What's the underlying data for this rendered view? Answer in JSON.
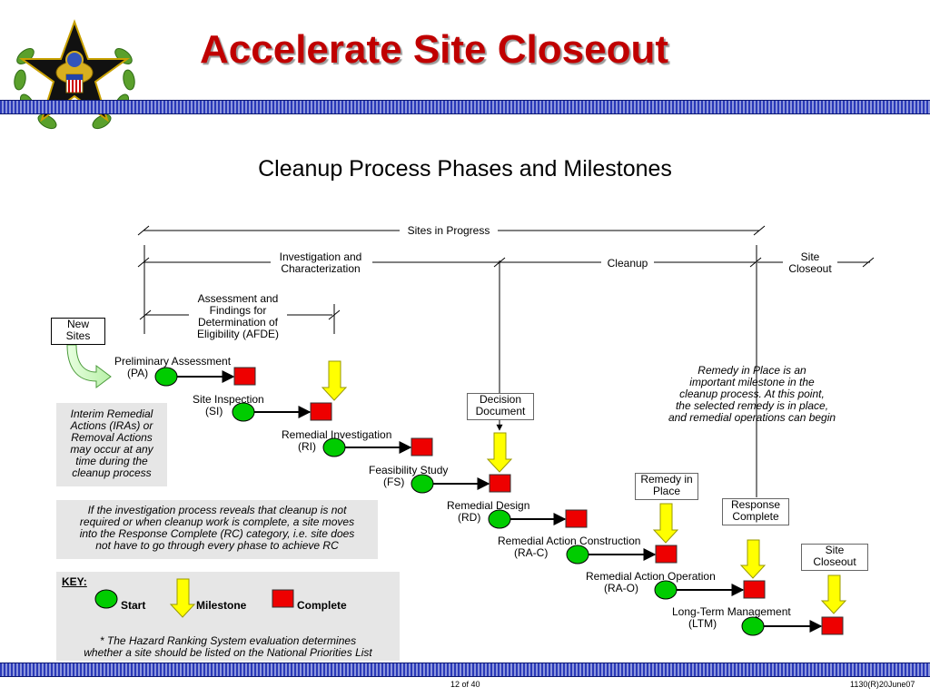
{
  "header": {
    "title": "Accelerate Site Closeout",
    "subtitle": "Cleanup Process Phases and Milestones"
  },
  "brackets": {
    "sites_in_progress": "Sites in Progress",
    "investigation_line1": "Investigation and",
    "investigation_line2": "Characterization",
    "cleanup": "Cleanup",
    "site_closeout_line1": "Site",
    "site_closeout_line2": "Closeout",
    "afde_line1": "Assessment and",
    "afde_line2": "Findings for",
    "afde_line3": "Determination of",
    "afde_line4": "Eligibility (AFDE)"
  },
  "new_sites": {
    "line1": "New",
    "line2": "Sites"
  },
  "phases": [
    {
      "name": "Preliminary Assessment",
      "abbr": "(PA)"
    },
    {
      "name": "Site Inspection",
      "abbr": "(SI)"
    },
    {
      "name": "Remedial Investigation",
      "abbr": "(RI)"
    },
    {
      "name": "Feasibility Study",
      "abbr": "(FS)"
    },
    {
      "name": "Remedial Design",
      "abbr": "(RD)"
    },
    {
      "name": "Remedial Action Construction",
      "abbr": "(RA-C)"
    },
    {
      "name": "Remedial Action Operation",
      "abbr": "(RA-O)"
    },
    {
      "name": "Long-Term Management",
      "abbr": "(LTM)"
    }
  ],
  "milestones": {
    "decision_document": {
      "line1": "Decision",
      "line2": "Document"
    },
    "remedy_in_place": {
      "line1": "Remedy in",
      "line2": "Place"
    },
    "response_complete": {
      "line1": "Response",
      "line2": "Complete"
    },
    "site_closeout": {
      "line1": "Site",
      "line2": "Closeout"
    }
  },
  "notes": {
    "remedy_note": [
      "Remedy in Place is an",
      "important milestone in the",
      "cleanup process.  At this point,",
      "the selected remedy is in place,",
      "and remedial operations can begin"
    ],
    "ira_note": [
      "Interim Remedial",
      "Actions (IRAs) or",
      "Removal Actions",
      "may occur at any",
      "time during the",
      "cleanup process"
    ],
    "rc_note": [
      "If the investigation process reveals that cleanup is not",
      "required or when cleanup work is complete, a site moves",
      "into the Response Complete (RC) category, i.e. site does",
      "not have to go through every phase to achieve RC"
    ],
    "hrs_note": [
      "* The Hazard Ranking System evaluation determines",
      "whether a site should be listed on the National Priorities List"
    ]
  },
  "key": {
    "title": "KEY:",
    "start": "Start",
    "milestone": "Milestone",
    "complete": "Complete"
  },
  "footer": {
    "page": "12 of 40",
    "code": "1130(R)20June07"
  },
  "colors": {
    "title": "#c00000",
    "start": "#00cc00",
    "milestone": "#ffff00",
    "complete": "#ee0000",
    "stripe": "#2a39b8",
    "note_bg": "#e6e6e6"
  }
}
